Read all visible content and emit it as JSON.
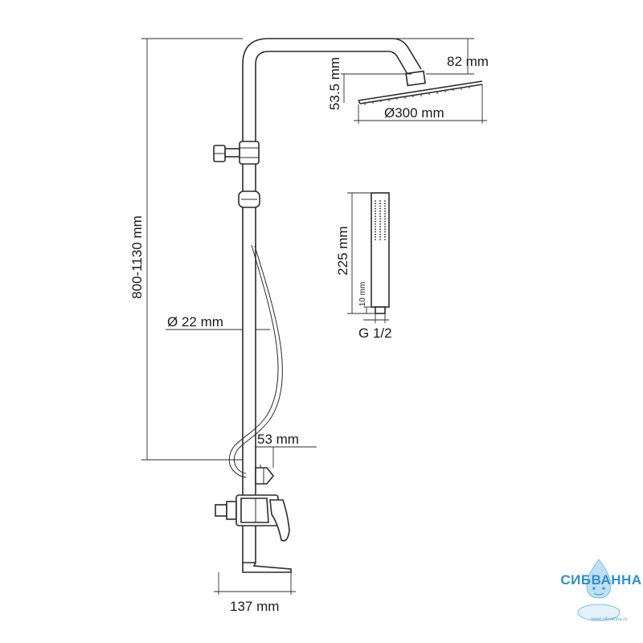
{
  "dimensions": {
    "height_range": "800-1130 mm",
    "pipe_diameter": "Ø 22 mm",
    "head_drop": "82 mm",
    "head_thickness": "53.5 mm",
    "head_diameter": "Ø300 mm",
    "handshower_length": "225 mm",
    "handshower_neck": "10 mm",
    "thread": "G 1/2",
    "diverter_offset": "53 mm",
    "spout_length": "137 mm"
  },
  "watermark": {
    "brand": "СИБВАННА",
    "site": "www.sibvanna.ru"
  },
  "colors": {
    "line": "#2b2b2b",
    "watermark": "#2f8fc9"
  }
}
